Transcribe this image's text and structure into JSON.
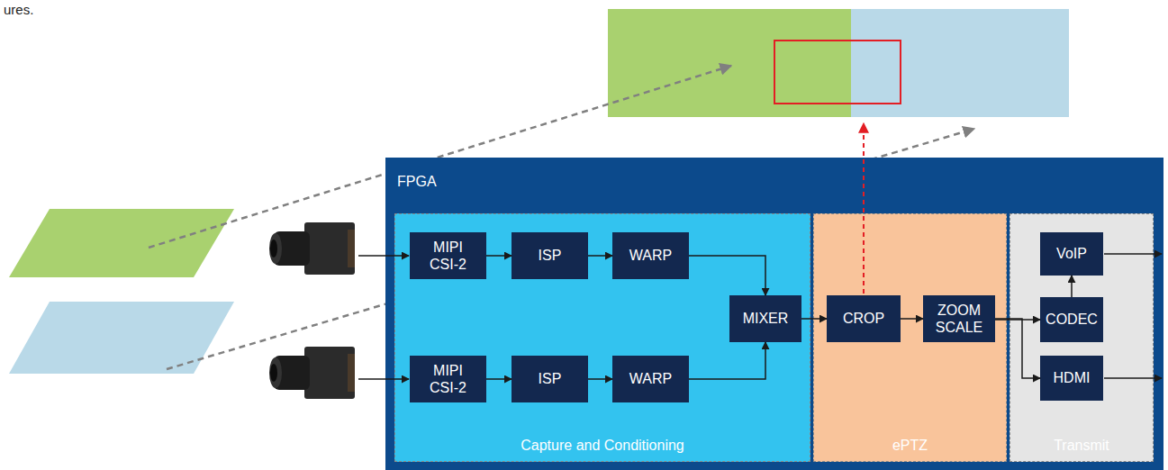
{
  "diagram": {
    "nodes": [
      {
        "text": [
          "FPGA"
        ]
      },
      {
        "text": [
          "Capture and Conditioning"
        ],
        "in": 0
      },
      {
        "text": [
          "MIPI CSI-2"
        ],
        "in": 1
      },
      {
        "text": [
          "ISP"
        ],
        "in": 1
      },
      {
        "text": [
          "WARP"
        ],
        "in": 1
      },
      {
        "text": [
          "MIPI CSI-2"
        ],
        "in": 1
      },
      {
        "text": [
          "ISP"
        ],
        "in": 1
      },
      {
        "text": [
          "WARP"
        ],
        "in": 1
      },
      {
        "text": [
          "MIXER"
        ],
        "in": 1
      },
      {
        "text": [
          "ePTZ"
        ],
        "in": 0
      },
      {
        "text": [
          "CROP"
        ],
        "in": 9
      },
      {
        "text": [
          "ZOOM SCALE"
        ],
        "in": 9
      },
      {
        "text": [
          "Transmit"
        ],
        "in": 0
      },
      {
        "text": [
          "VoIP"
        ],
        "in": 12
      },
      {
        "text": [
          "CODEC"
        ],
        "in": 12
      },
      {
        "text": [
          "HDMI"
        ],
        "in": 12
      }
    ],
    "edges": [
      {
        "from": 2,
        "to": 3,
        "arrow": "to"
      },
      {
        "from": 3,
        "to": 4,
        "arrow": "to"
      },
      {
        "from": 4,
        "to": 8,
        "arrow": "to"
      },
      {
        "from": 5,
        "to": 6,
        "arrow": "to"
      },
      {
        "from": 6,
        "to": 7,
        "arrow": "to"
      },
      {
        "from": 7,
        "to": 8,
        "arrow": "to"
      },
      {
        "from": 8,
        "to": 10,
        "arrow": "to"
      },
      {
        "from": 10,
        "to": 11,
        "arrow": "to"
      },
      {
        "from": 11,
        "to": 14,
        "arrow": "to"
      },
      {
        "from": 11,
        "to": 15,
        "arrow": "to"
      },
      {
        "from": 14,
        "to": 13,
        "arrow": "to"
      }
    ],
    "labels": [
      "ures."
    ]
  }
}
